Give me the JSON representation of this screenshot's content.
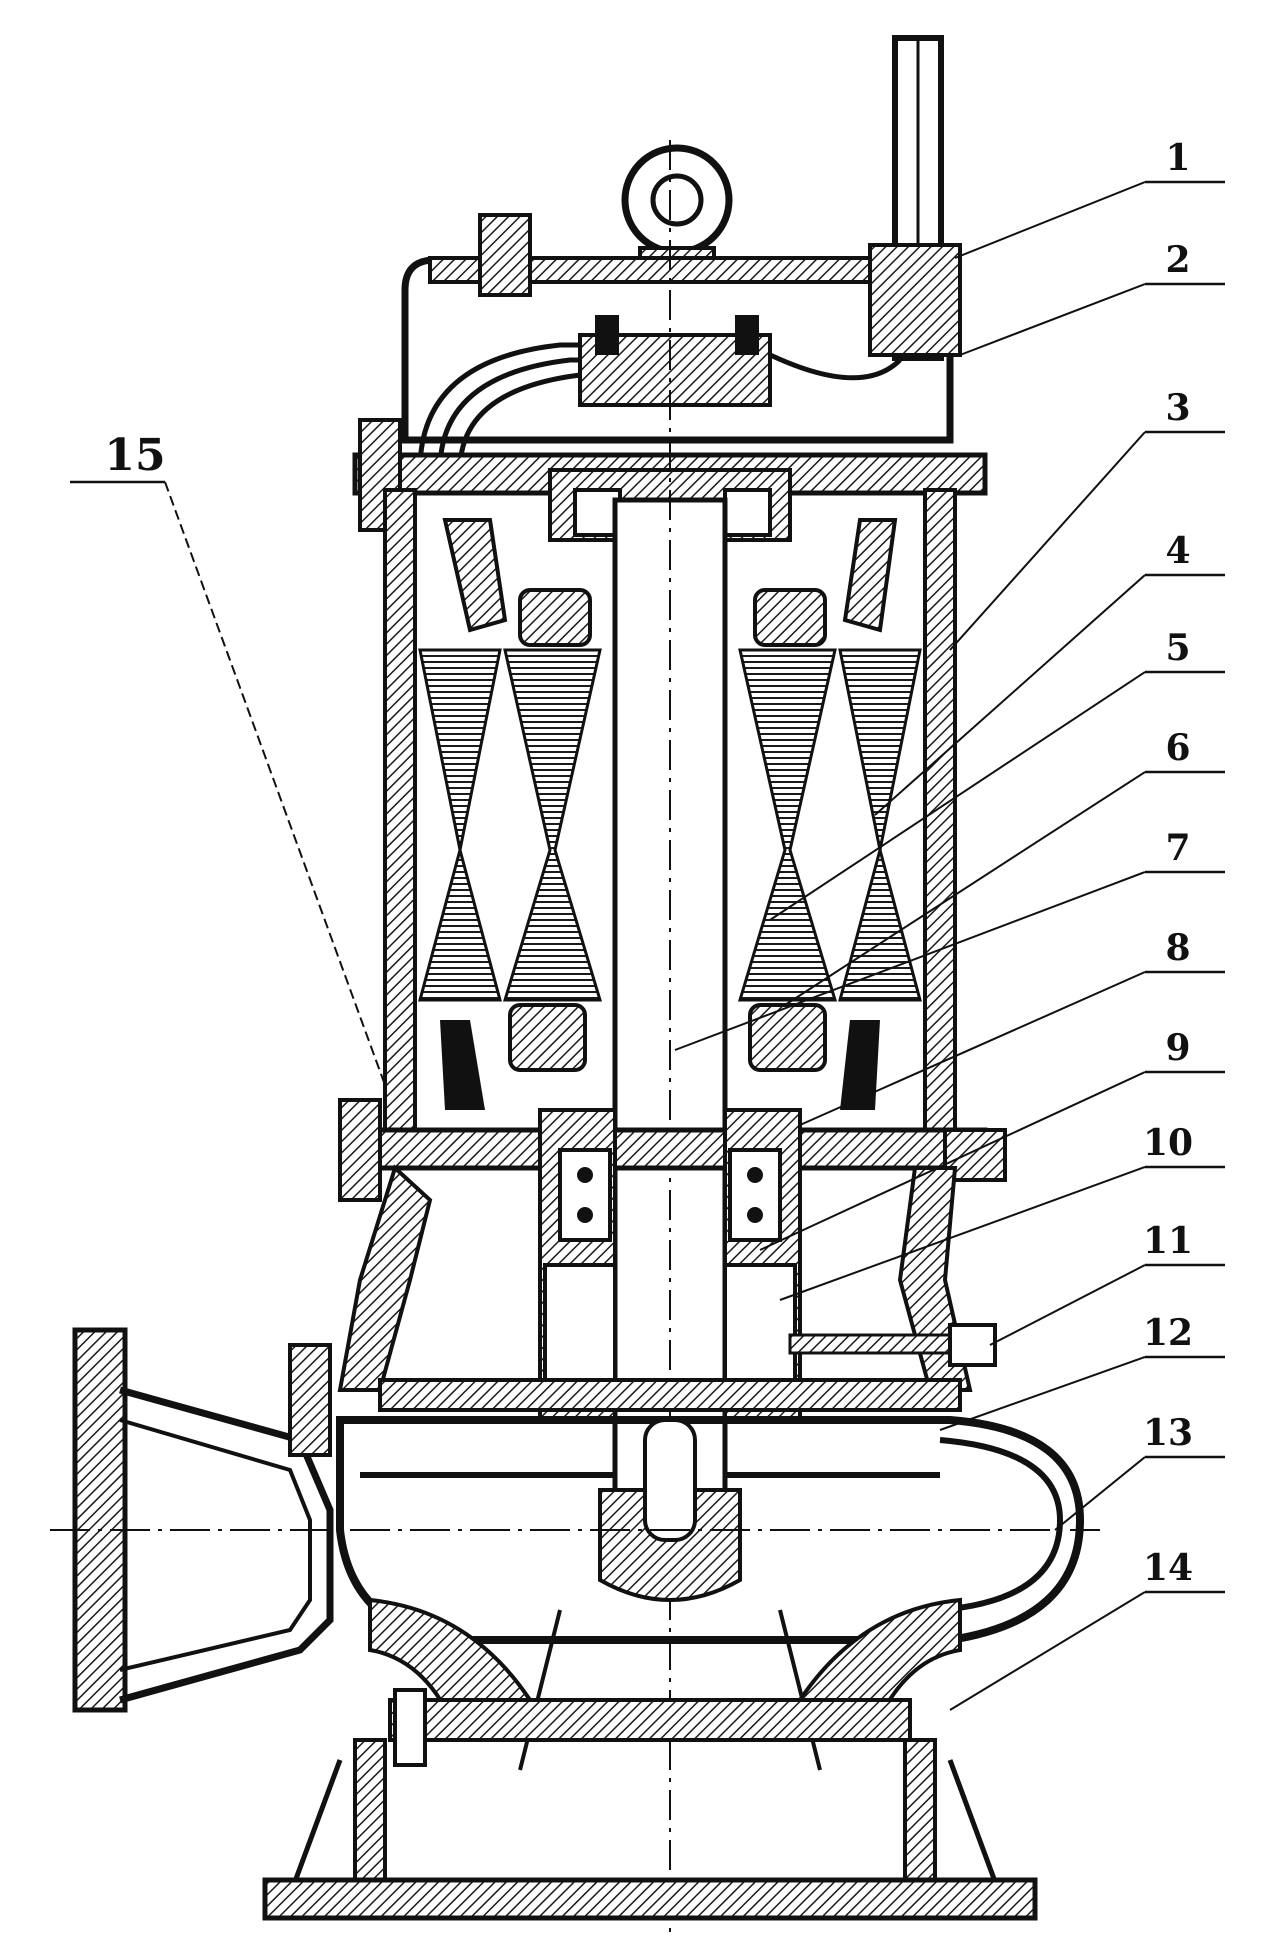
{
  "figure": {
    "ink": "#111111",
    "hatch_color": "#1a1a1a",
    "callouts": [
      {
        "label": "1"
      },
      {
        "label": "2"
      },
      {
        "label": "3"
      },
      {
        "label": "4"
      },
      {
        "label": "5"
      },
      {
        "label": "6"
      },
      {
        "label": "7"
      },
      {
        "label": "8"
      },
      {
        "label": "9"
      },
      {
        "label": "10"
      },
      {
        "label": "11"
      },
      {
        "label": "12"
      },
      {
        "label": "13"
      },
      {
        "label": "14"
      },
      {
        "label": "15"
      }
    ]
  }
}
